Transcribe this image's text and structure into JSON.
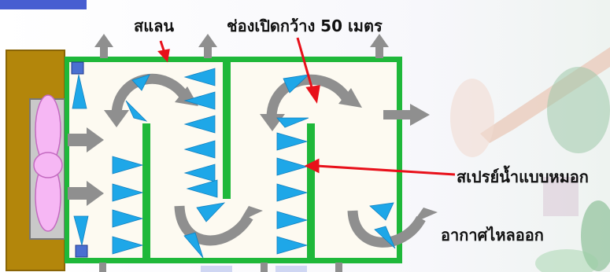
{
  "labels": {
    "mesh": "สแลน",
    "opening": "ช่องเปิดกว้าง 50 เมตร",
    "mist_spray": "สเปรย์น้ำแบบหมอก",
    "air_out": "อากาศไหลออก"
  },
  "colors": {
    "frame_green": "#1fb83a",
    "spray_blue": "#1ea7e8",
    "arrow_gray": "#8f8f8f",
    "label_line_red": "#e8101a",
    "fan_wall_brown": "#b3860b",
    "fan_blade_pink": "#f6b7f4",
    "room_fill": "#fdfaf1"
  }
}
